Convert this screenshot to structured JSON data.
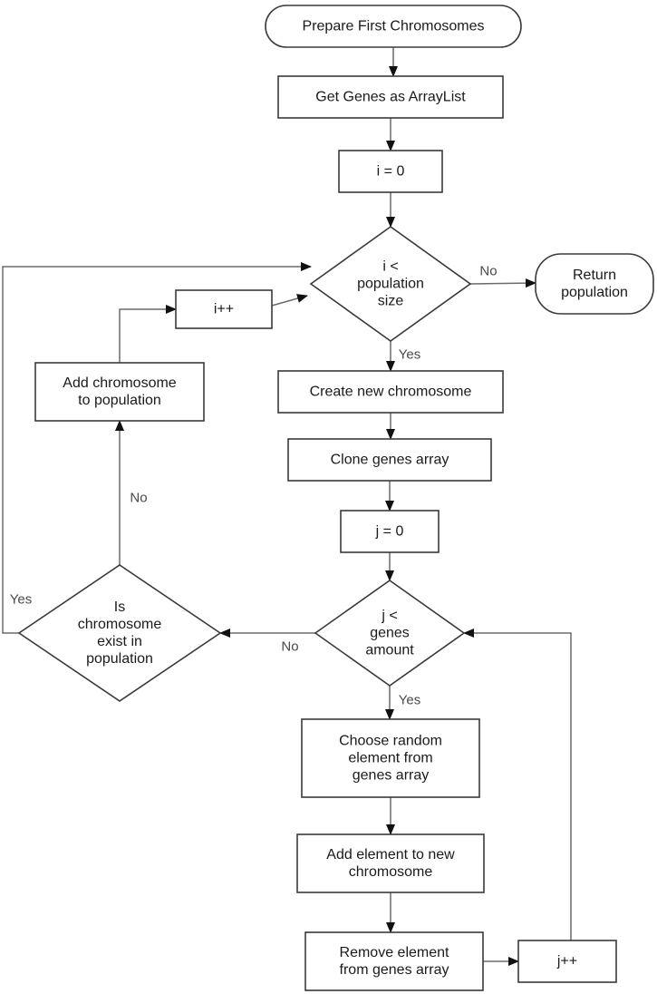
{
  "nodes": [
    {
      "id": "start",
      "kind": "terminal",
      "lines": [
        "Prepare First Chromosomes"
      ]
    },
    {
      "id": "get-genes",
      "kind": "process",
      "lines": [
        "Get Genes as ArrayList"
      ]
    },
    {
      "id": "i-init",
      "kind": "process",
      "lines": [
        "i = 0"
      ]
    },
    {
      "id": "i-check",
      "kind": "decision",
      "lines": [
        "i <",
        "population",
        "size"
      ]
    },
    {
      "id": "return-pop",
      "kind": "terminal",
      "lines": [
        "Return",
        "population"
      ]
    },
    {
      "id": "i-inc",
      "kind": "process",
      "lines": [
        "i++"
      ]
    },
    {
      "id": "add-chromosome",
      "kind": "process",
      "lines": [
        "Add chromosome",
        "to population"
      ]
    },
    {
      "id": "create-chromosome",
      "kind": "process",
      "lines": [
        "Create new chromosome"
      ]
    },
    {
      "id": "clone-genes",
      "kind": "process",
      "lines": [
        "Clone genes array"
      ]
    },
    {
      "id": "j-init",
      "kind": "process",
      "lines": [
        "j = 0"
      ]
    },
    {
      "id": "j-check",
      "kind": "decision",
      "lines": [
        "j <",
        "genes",
        "amount"
      ]
    },
    {
      "id": "exist-check",
      "kind": "decision",
      "lines": [
        "Is",
        "chromosome",
        "exist in",
        "population"
      ]
    },
    {
      "id": "choose-random",
      "kind": "process",
      "lines": [
        "Choose random",
        "element from",
        "genes array"
      ]
    },
    {
      "id": "add-element",
      "kind": "process",
      "lines": [
        "Add element to new",
        "chromosome"
      ]
    },
    {
      "id": "remove-element",
      "kind": "process",
      "lines": [
        "Remove element",
        "from genes array"
      ]
    },
    {
      "id": "j-inc",
      "kind": "process",
      "lines": [
        "j++"
      ]
    }
  ],
  "edges": [
    {
      "from": "start",
      "to": "get-genes",
      "label": ""
    },
    {
      "from": "get-genes",
      "to": "i-init",
      "label": ""
    },
    {
      "from": "i-init",
      "to": "i-check",
      "label": ""
    },
    {
      "from": "i-check",
      "to": "return-pop",
      "label": "No"
    },
    {
      "from": "i-check",
      "to": "create-chromosome",
      "label": "Yes"
    },
    {
      "from": "create-chromosome",
      "to": "clone-genes",
      "label": ""
    },
    {
      "from": "clone-genes",
      "to": "j-init",
      "label": ""
    },
    {
      "from": "j-init",
      "to": "j-check",
      "label": ""
    },
    {
      "from": "j-check",
      "to": "choose-random",
      "label": "Yes"
    },
    {
      "from": "j-check",
      "to": "exist-check",
      "label": "No"
    },
    {
      "from": "choose-random",
      "to": "add-element",
      "label": ""
    },
    {
      "from": "add-element",
      "to": "remove-element",
      "label": ""
    },
    {
      "from": "remove-element",
      "to": "j-inc",
      "label": ""
    },
    {
      "from": "j-inc",
      "to": "j-check",
      "label": ""
    },
    {
      "from": "exist-check",
      "to": "add-chromosome",
      "label": "No"
    },
    {
      "from": "exist-check",
      "to": "i-check",
      "label": "Yes"
    },
    {
      "from": "add-chromosome",
      "to": "i-inc",
      "label": ""
    },
    {
      "from": "i-inc",
      "to": "i-check",
      "label": ""
    }
  ]
}
